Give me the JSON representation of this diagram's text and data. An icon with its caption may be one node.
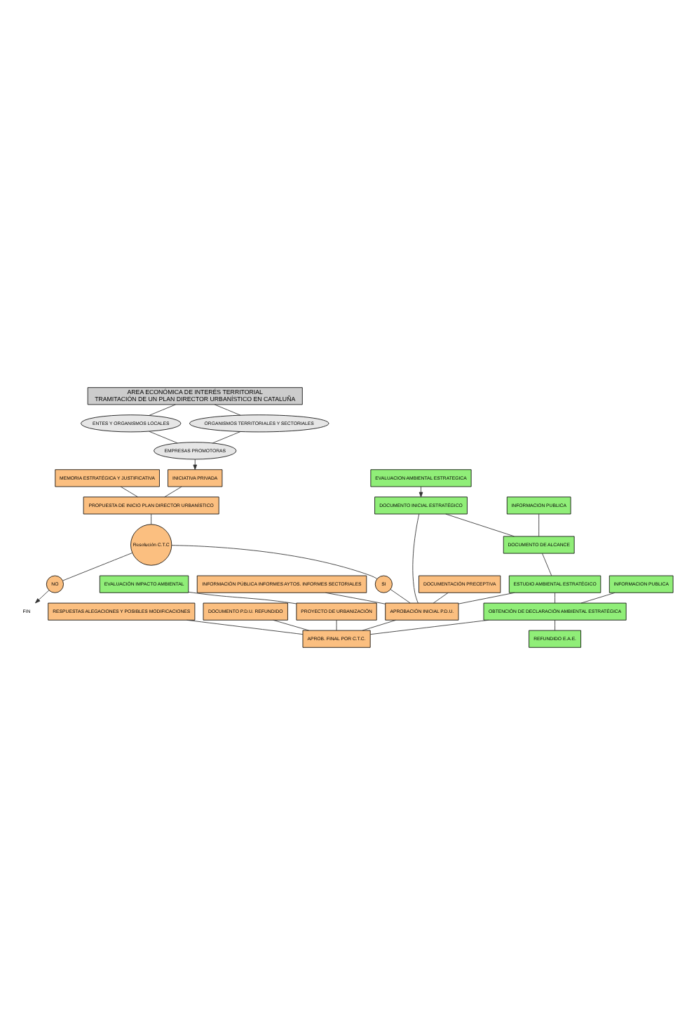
{
  "diagram": {
    "nodes": [
      {
        "text": [
          "AREA ECONÓMICA DE INTERÉS TERRITORIAL",
          "TRAMITACIÓN DE UN PLAN DIRECTOR URBANÍSTICO EN CATALUÑA"
        ]
      },
      {
        "text": [
          "ENTES Y ORGANISMOS LOCALES"
        ]
      },
      {
        "text": [
          "ORGANISMOS TERRITORIALES Y SECTORIALES"
        ]
      },
      {
        "text": [
          "EMPRESAS PROMOTORAS"
        ]
      },
      {
        "text": [
          "INICIATIVA PRIVADA"
        ]
      },
      {
        "text": [
          "MEMORIA ESTRATÉGICA Y JUSTIFICATIVA"
        ]
      },
      {
        "text": [
          "PROPUESTA DE INICIO PLAN DIRECTOR URBANÍSTICO"
        ]
      },
      {
        "text": [
          "Resolución C.T.C"
        ]
      },
      {
        "text": [
          "NO"
        ]
      },
      {
        "text": [
          "SI"
        ]
      },
      {
        "text": [
          "FIN"
        ]
      },
      {
        "text": [
          "EVALUACION AMBIENTAL ESTRATEGICA"
        ]
      },
      {
        "text": [
          "DOCUMENTO INICIAL ESTRATÉGICO"
        ]
      },
      {
        "text": [
          "DOCUMENTACIÓN PRECEPTIVA"
        ]
      },
      {
        "text": [
          "INFORMACION PUBLICA"
        ]
      },
      {
        "text": [
          "INFORMACIÓN PÚBLICA INFORMES AYTOS. INFORMES SECTORIALES"
        ]
      },
      {
        "text": [
          "DOCUMENTO DE ALCANCE"
        ]
      },
      {
        "text": [
          "ESTUDIO AMBIENTAL ESTRATÉGICO"
        ]
      },
      {
        "text": [
          "APROBACIÓN INICIAL P.D.U."
        ]
      },
      {
        "text": [
          "EVALUACIÓN IMPACTO AMBIENTAL"
        ]
      },
      {
        "text": [
          "PROYECTO DE URBANIZACIÓN"
        ]
      },
      {
        "text": [
          "RESPUESTAS ALEGACIONES Y POSIBLES MODIFICACIONES"
        ]
      },
      {
        "text": [
          "INFORMACION PUBLICA"
        ]
      },
      {
        "text": [
          "OBTENCIÓN DE DECLARACIÓN AMBIENTAL ESTRATÉGICA"
        ]
      },
      {
        "text": [
          "DOCUMENTO P.D.U. REFUNDIDO"
        ]
      },
      {
        "text": [
          "APROB. FINAL POR C.T.C."
        ]
      },
      {
        "text": [
          "REFUNDIDO E.A.E."
        ]
      }
    ],
    "edges": [
      {
        "from": 0,
        "to": 1,
        "arrow": "none"
      },
      {
        "from": 0,
        "to": 2,
        "arrow": "none"
      },
      {
        "from": 1,
        "to": 3,
        "arrow": "none"
      },
      {
        "from": 2,
        "to": 3,
        "arrow": "none"
      },
      {
        "from": 3,
        "to": 4,
        "arrow": "to"
      },
      {
        "from": 4,
        "to": 6,
        "arrow": "none"
      },
      {
        "from": 5,
        "to": 6,
        "arrow": "none"
      },
      {
        "from": 6,
        "to": 7,
        "arrow": "none"
      },
      {
        "from": 7,
        "to": 8,
        "arrow": "none"
      },
      {
        "from": 7,
        "to": 9,
        "arrow": "none"
      },
      {
        "from": 8,
        "to": 10,
        "arrow": "to"
      },
      {
        "from": 11,
        "to": 12,
        "arrow": "to"
      },
      {
        "from": 9,
        "to": 18,
        "arrow": "none"
      },
      {
        "from": 12,
        "to": 18,
        "arrow": "none"
      },
      {
        "from": 13,
        "to": 18,
        "arrow": "none"
      },
      {
        "from": 15,
        "to": 18,
        "arrow": "none"
      },
      {
        "from": 17,
        "to": 18,
        "arrow": "none"
      },
      {
        "from": 12,
        "to": 16,
        "arrow": "none"
      },
      {
        "from": 14,
        "to": 16,
        "arrow": "none"
      },
      {
        "from": 16,
        "to": 17,
        "arrow": "none"
      },
      {
        "from": 17,
        "to": 23,
        "arrow": "none"
      },
      {
        "from": 22,
        "to": 23,
        "arrow": "none"
      },
      {
        "from": 23,
        "to": 26,
        "arrow": "none"
      },
      {
        "from": 18,
        "to": 25,
        "arrow": "none"
      },
      {
        "from": 19,
        "to": 20,
        "arrow": "none"
      },
      {
        "from": 20,
        "to": 25,
        "arrow": "none"
      },
      {
        "from": 21,
        "to": 25,
        "arrow": "none"
      },
      {
        "from": 23,
        "to": 25,
        "arrow": "none"
      },
      {
        "from": 24,
        "to": 25,
        "arrow": "none"
      }
    ]
  }
}
